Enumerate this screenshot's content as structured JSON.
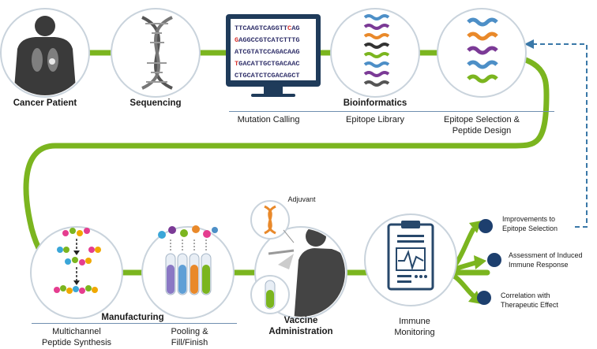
{
  "colors": {
    "flow_line": "#7bb51f",
    "circle_border": "#c9d3dc",
    "feedback_dashed": "#3a78a8",
    "outcome_dot": "#1d3f6e",
    "screen": "#27486b"
  },
  "steps": {
    "cancer_patient": "Cancer Patient",
    "sequencing": "Sequencing",
    "bioinformatics": "Bioinformatics",
    "mutation_calling": "Mutation Calling",
    "epitope_library": "Epitope Library",
    "epitope_selection_1": "Epitope Selection &",
    "epitope_selection_2": "Peptide Design",
    "manufacturing": "Manufacturing",
    "multichannel_1": "Multichannel",
    "multichannel_2": "Peptide Synthesis",
    "pooling_1": "Pooling &",
    "pooling_2": "Fill/Finish",
    "vaccine_1": "Vaccine",
    "vaccine_2": "Administration",
    "adjuvant": "Adjuvant",
    "immune_1": "Immune",
    "immune_2": "Monitoring"
  },
  "sequence_lines": [
    {
      "pre": "TTCAAGTCAGGTT",
      "red": "C",
      "post": "AG"
    },
    {
      "pre": "",
      "red": "G",
      "post": "AGGCCGTCATCTTTG"
    },
    {
      "pre": "ATCGTATCCAGACAAG",
      "red": "",
      "post": ""
    },
    {
      "pre": "",
      "red": "T",
      "post": "GACATTGCTGACAAC"
    },
    {
      "pre": "CTGCATCTCGACAGCT",
      "red": "",
      "post": ""
    }
  ],
  "outcomes": {
    "improvements_1": "Improvements to",
    "improvements_2": "Epitope Selection",
    "assessment_1": "Assessment of Induced",
    "assessment_2": "Immune Response",
    "correlation_1": "Correlation with",
    "correlation_2": "Therapeutic Effect"
  },
  "icons": {
    "patient": "human-silhouette-icon",
    "dna": "dna-helix-icon",
    "monitor": "computer-monitor-icon",
    "library": "peptide-library-icon",
    "selection": "peptide-selection-icon",
    "synthesis": "peptide-synthesis-icon",
    "tubes": "test-tubes-icon",
    "vaccine": "vaccine-injection-icon",
    "clipboard": "clipboard-monitoring-icon"
  }
}
